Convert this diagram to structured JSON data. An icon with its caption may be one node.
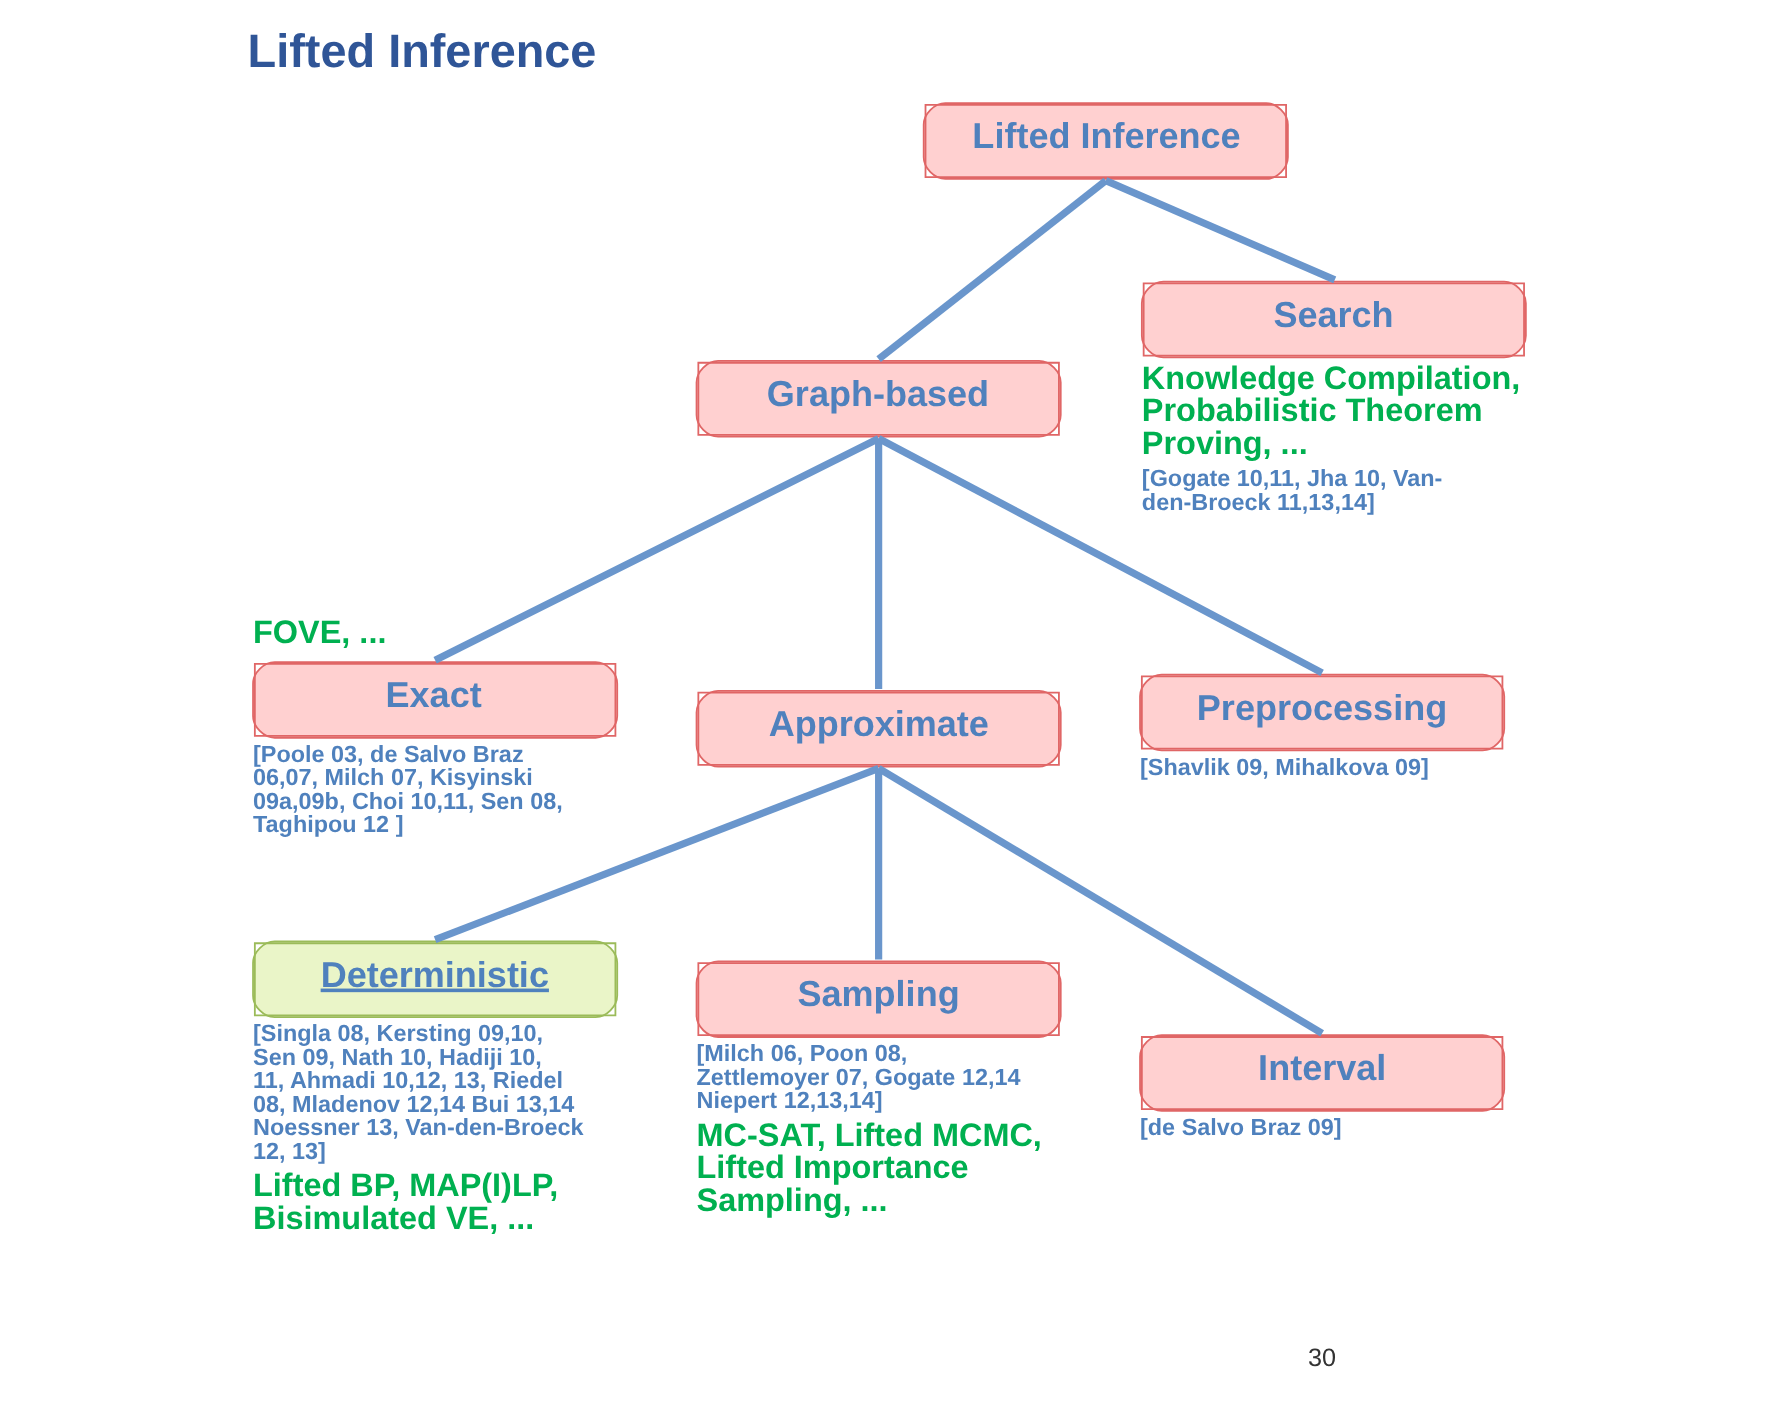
{
  "diagram": {
    "title": "Lifted Inference",
    "nodes": [
      {
        "text": [
          "Lifted Inference"
        ]
      },
      {
        "text": [
          "Graph-based"
        ]
      },
      {
        "text": [
          "Search"
        ],
        "beside": [
          "Knowledge Compilation, Probabilistic Theorem Proving, ...",
          "[Gogate 10,11, Jha 10, Van-den-Broeck 11,13,14]"
        ]
      },
      {
        "text": [
          "Exact"
        ],
        "beside": [
          "FOVE, ...",
          "[Poole 03, de Salvo Braz 06,07, Milch 07, Kisyinski 09a,09b, Choi 10,11, Sen 08, Taghipou 12 ]"
        ]
      },
      {
        "text": [
          "Approximate"
        ]
      },
      {
        "text": [
          "Preprocessing"
        ],
        "beside": [
          "[Shavlik 09, Mihalkova 09]"
        ]
      },
      {
        "text": [
          "Deterministic"
        ],
        "beside": [
          "[Singla 08, Kersting 09,10, Sen 09, Nath 10, Hadiji 10, 11, Ahmadi 10,12, 13, Riedel 08, Mladenov 12,14 Bui 13,14 Noessner 13, Van-den-Broeck 12, 13]",
          "Lifted BP, MAP(I)LP, Bisimulated VE, ..."
        ]
      },
      {
        "text": [
          "Sampling"
        ],
        "beside": [
          "[Milch 06, Poon 08, Zettlemoyer 07, Gogate 12,14 Niepert 12,13,14]",
          "MC-SAT, Lifted MCMC, Lifted Importance Sampling, ..."
        ]
      },
      {
        "text": [
          "Interval"
        ],
        "beside": [
          "[de Salvo Braz 09]"
        ]
      }
    ],
    "edges": [
      {
        "from": 0,
        "to": 1,
        "arrow": "none"
      },
      {
        "from": 0,
        "to": 2,
        "arrow": "none"
      },
      {
        "from": 1,
        "to": 3,
        "arrow": "none"
      },
      {
        "from": 1,
        "to": 4,
        "arrow": "none"
      },
      {
        "from": 1,
        "to": 5,
        "arrow": "none"
      },
      {
        "from": 4,
        "to": 6,
        "arrow": "none"
      },
      {
        "from": 4,
        "to": 7,
        "arrow": "none"
      },
      {
        "from": 4,
        "to": 8,
        "arrow": "none"
      }
    ],
    "labels": [
      "30"
    ]
  }
}
